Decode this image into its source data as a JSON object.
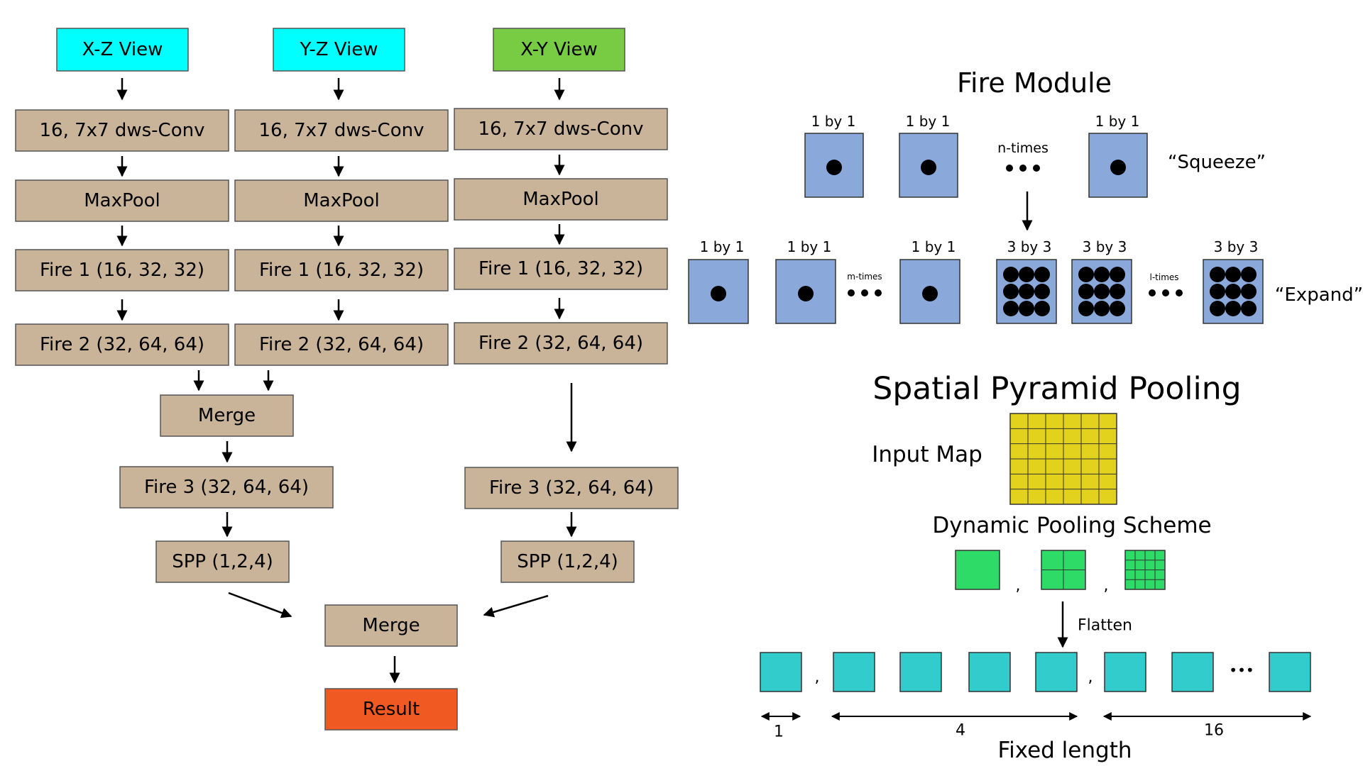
{
  "colors": {
    "view_xz": "#00FFFF",
    "view_yz": "#00FFFF",
    "view_xy": "#77CC44",
    "layer": "#C9B49A",
    "result": "#F05A22",
    "fire_cell": "#8AA8DA",
    "input_map": "#E2D21E",
    "pool_cell": "#2EDB66",
    "flat_cell": "#33CCCC"
  },
  "left": {
    "views": [
      "X-Z View",
      "Y-Z View",
      "X-Y View"
    ],
    "conv": "16, 7x7 dws-Conv",
    "maxpool": "MaxPool",
    "fire1": "Fire 1 (16, 32, 32)",
    "fire2": "Fire 2 (32, 64, 64)",
    "merge": "Merge",
    "fire3": "Fire 3 (32, 64, 64)",
    "spp": "SPP (1,2,4)",
    "merge_final": "Merge",
    "result": "Result"
  },
  "fire_module": {
    "title": "Fire Module",
    "squeeze_labels": [
      "1 by 1",
      "1 by 1",
      "1 by 1"
    ],
    "squeeze_repeat": "n-times",
    "squeeze_word": "“Squeeze”",
    "expand_1x1_labels": [
      "1 by 1",
      "1 by 1",
      "1 by 1"
    ],
    "expand_1x1_repeat": "m-times",
    "expand_3x3_labels": [
      "3 by 3",
      "3 by 3",
      "3 by 3"
    ],
    "expand_3x3_repeat": "l-times",
    "expand_word": "“Expand”"
  },
  "spp": {
    "title": "Spatial Pyramid Pooling",
    "input_map_label": "Input Map",
    "scheme_label": "Dynamic Pooling Scheme",
    "flatten_label": "Flatten",
    "separator": ",",
    "ellipsis": "•••",
    "span_labels": [
      "1",
      "4",
      "16"
    ],
    "fixed_length_label": "Fixed length"
  }
}
